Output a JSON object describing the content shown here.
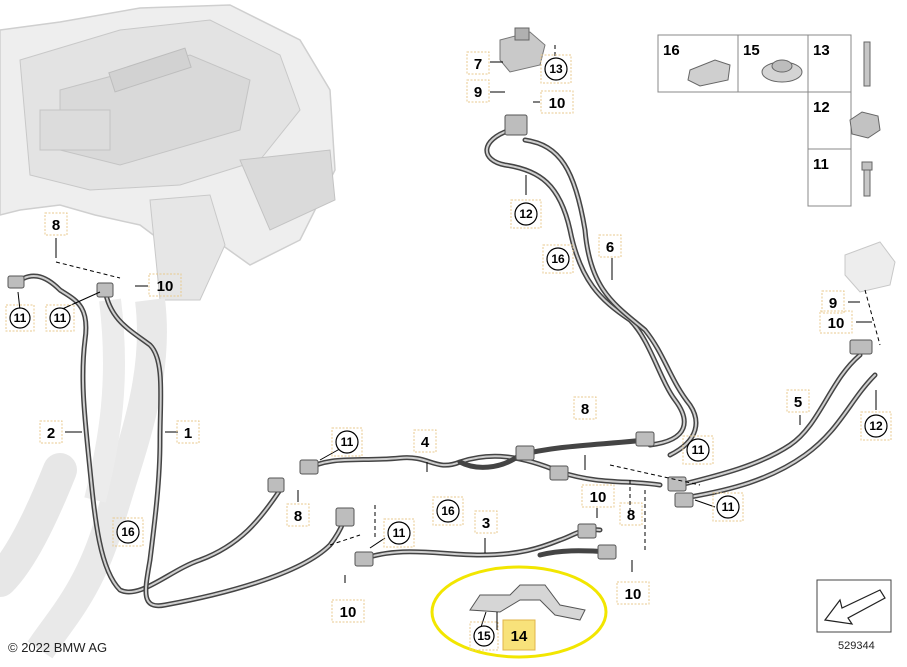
{
  "copyright": "© 2022 BMW AG",
  "image_number": "529344",
  "callouts": {
    "c1": "1",
    "c2": "2",
    "c3": "3",
    "c4": "4",
    "c5": "5",
    "c6": "6",
    "c7": "7",
    "c8a": "8",
    "c8b": "8",
    "c8c": "8",
    "c8d": "8",
    "c9a": "9",
    "c9b": "9",
    "c10a": "10",
    "c10b": "10",
    "c10c": "10",
    "c10d": "10",
    "c10e": "10",
    "c10f": "10",
    "c11a": "11",
    "c11b": "11",
    "c11c": "11",
    "c11d": "11",
    "c11e": "11",
    "c11f": "11",
    "c12a": "12",
    "c12b": "12",
    "c13": "13",
    "c14": "14",
    "c15": "15",
    "c16a": "16",
    "c16b": "16",
    "c16c": "16"
  },
  "parts_table": {
    "p16": "16",
    "p15": "15",
    "p13": "13",
    "p12": "12",
    "p11": "11"
  },
  "highlight_color": "#f2e600",
  "label_box_color": "#fff3c4"
}
